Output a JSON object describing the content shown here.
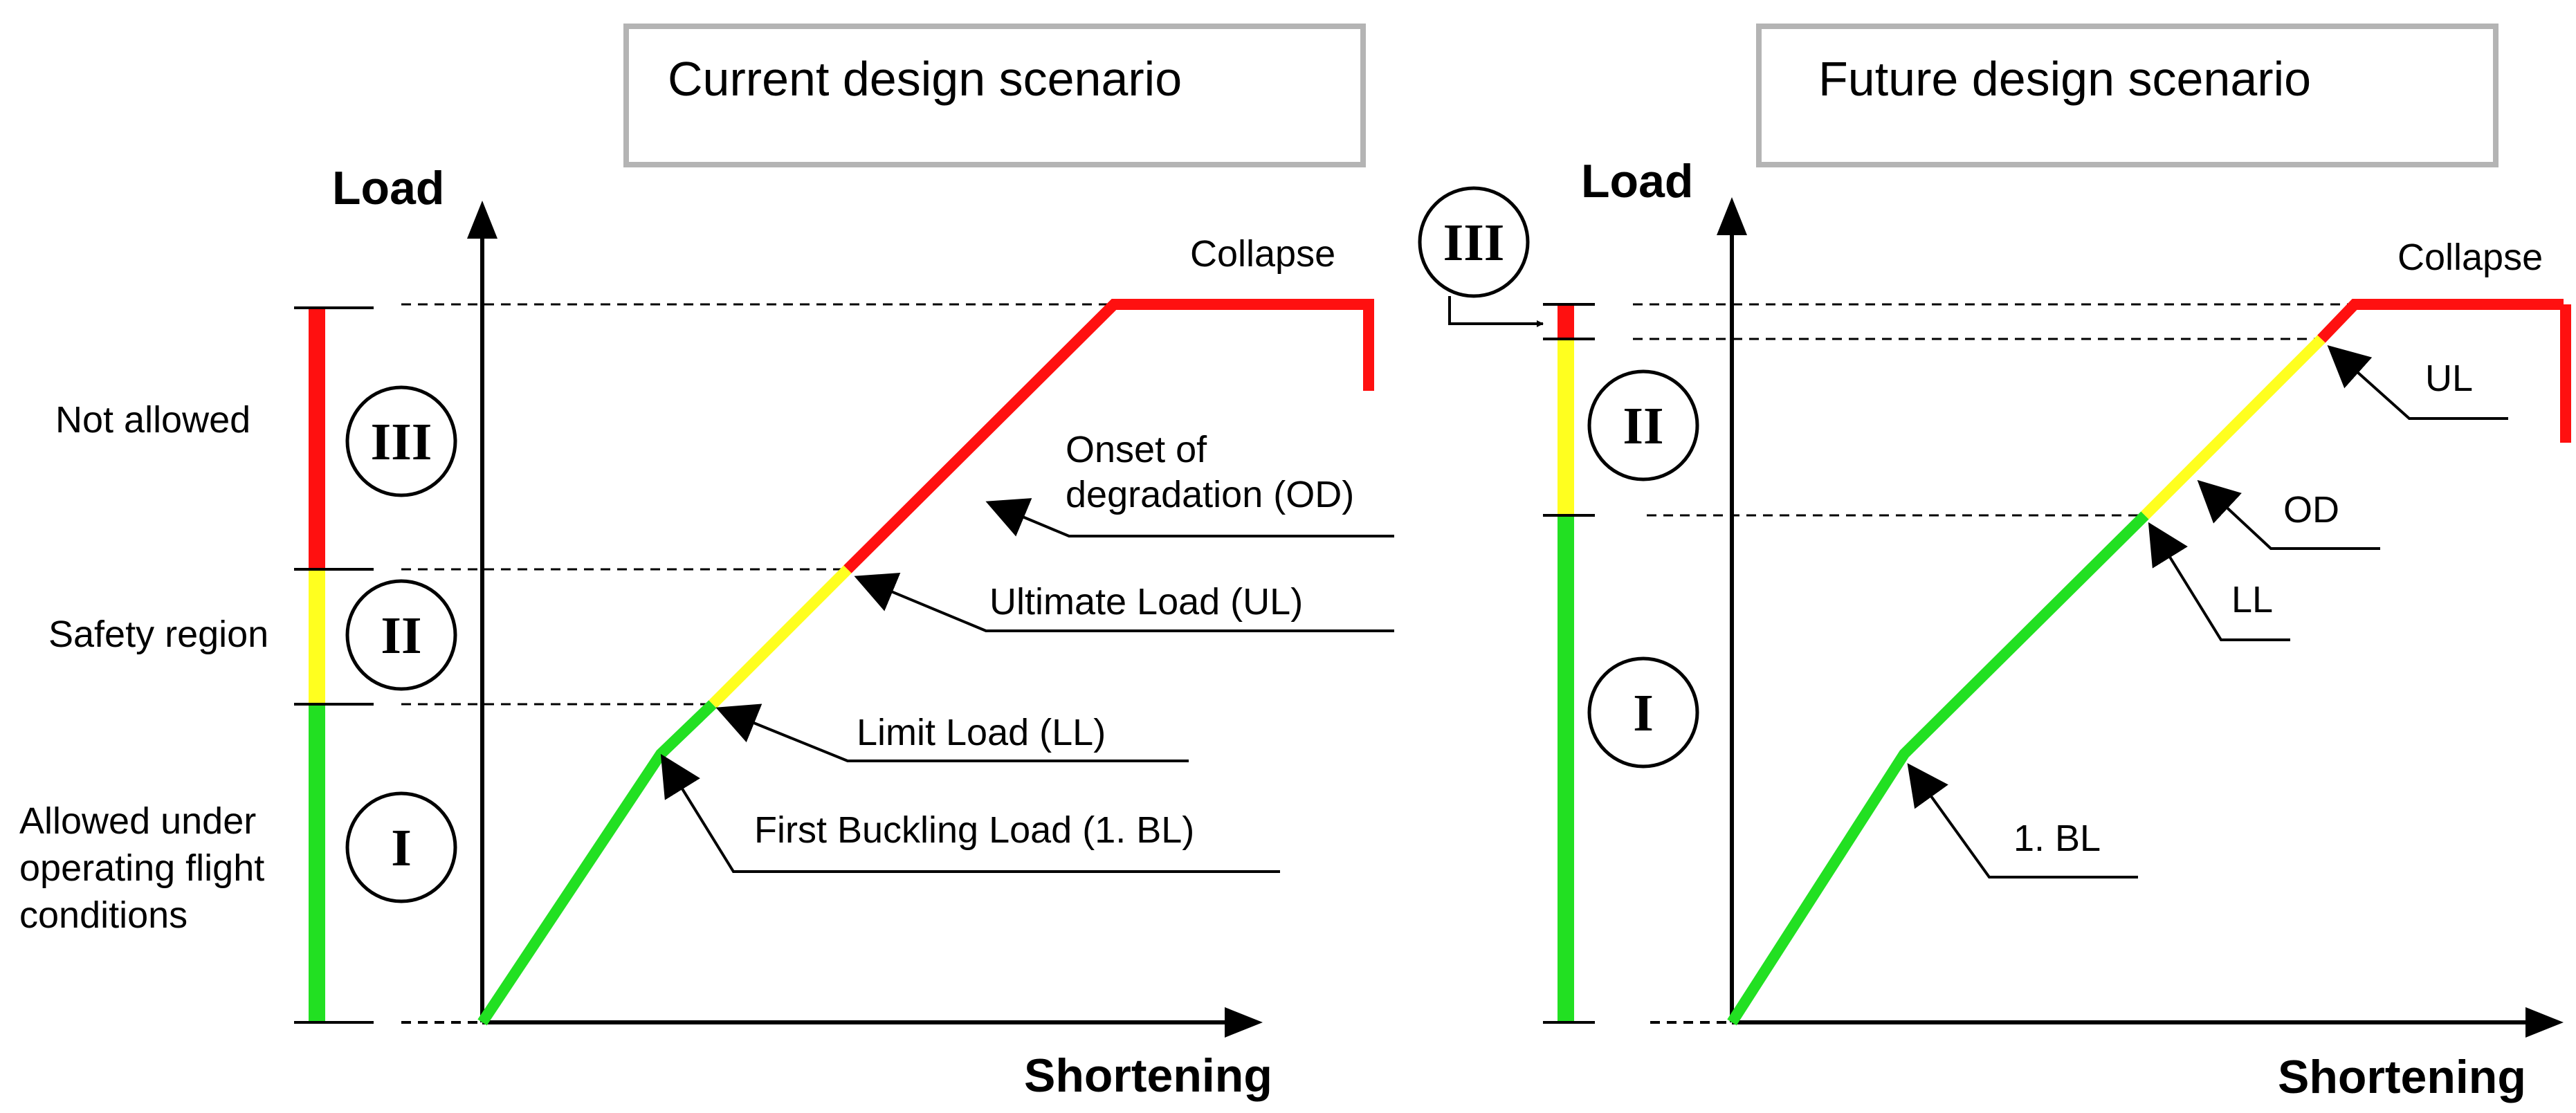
{
  "current": {
    "title": "Current design scenario",
    "y_axis_label": "Load",
    "x_axis_label": "Shortening",
    "collapse_label": "Collapse",
    "regions": {
      "not_allowed": "Not allowed",
      "safety": "Safety region",
      "allowed": [
        "Allowed under",
        "operating flight",
        "conditions"
      ]
    },
    "roman": {
      "I": "I",
      "II": "II",
      "III": "III"
    },
    "callouts": {
      "od": [
        "Onset of",
        "degradation (OD)"
      ],
      "ul": "Ultimate Load (UL)",
      "ll": "Limit Load (LL)",
      "bl": "First Buckling Load (1. BL)"
    }
  },
  "future": {
    "title": "Future design scenario",
    "y_axis_label": "Load",
    "x_axis_label": "Shortening",
    "collapse_label": "Collapse",
    "roman": {
      "I": "I",
      "II": "II",
      "III": "III"
    },
    "callouts": {
      "ul": "UL",
      "od": "OD",
      "ll": "LL",
      "bl": "1. BL"
    }
  },
  "colors": {
    "green": "#22e022",
    "yellow": "#ffff1f",
    "red": "#ff1010",
    "box_border": "#b4b4b4"
  }
}
